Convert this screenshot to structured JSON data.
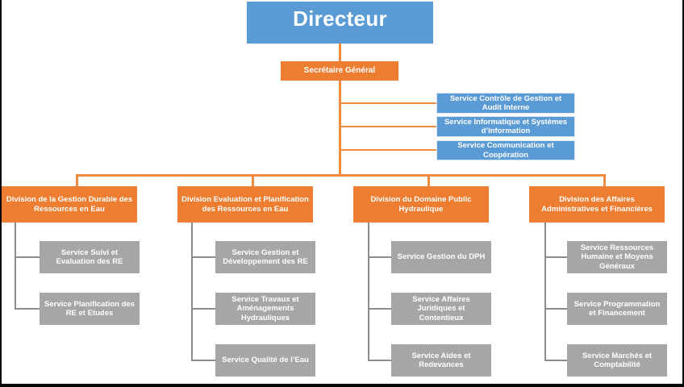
{
  "director": {
    "label": "Directeur"
  },
  "secretary": {
    "label": "Secrétaire Général"
  },
  "staff_services": [
    {
      "label": "Service Contrôle de Gestion et Audit Interne"
    },
    {
      "label": "Service Informatique et Systèmes d’Information"
    },
    {
      "label": "Service Communication et Coopération"
    }
  ],
  "divisions": [
    {
      "label": "Division de la Gestion Durable des Ressources en Eau",
      "services": [
        {
          "label": "Service Suivi et Evaluation des RE"
        },
        {
          "label": "Service Planification des RE et Etudes"
        }
      ]
    },
    {
      "label": "Division Evaluation et Planification des Ressources en Eau",
      "services": [
        {
          "label": "Service Gestion et Développement des RE"
        },
        {
          "label": "Service Travaux et Aménagements Hydrauliques"
        },
        {
          "label": "Service Qualité de l’Eau"
        }
      ]
    },
    {
      "label": "Division du Domaine Public Hydraulique",
      "services": [
        {
          "label": "Service Gestion du DPH"
        },
        {
          "label": "Service Affaires Juridiques et Contentieux"
        },
        {
          "label": "Service Aides et Redevances"
        }
      ]
    },
    {
      "label": "Division des Affaires Administratives et Financières",
      "services": [
        {
          "label": "Service Ressources Humaine et Moyens Généraux"
        },
        {
          "label": "Service Programmation et Financement"
        },
        {
          "label": "Service Marchés et Comptabilité"
        }
      ]
    }
  ],
  "colors": {
    "director": "#5b9bd5",
    "staff": "#5b9bd5",
    "division": "#ed7d31",
    "service": "#a6a6a6",
    "connector": "#f08a3c",
    "service_connector": "#8c8c8c"
  }
}
